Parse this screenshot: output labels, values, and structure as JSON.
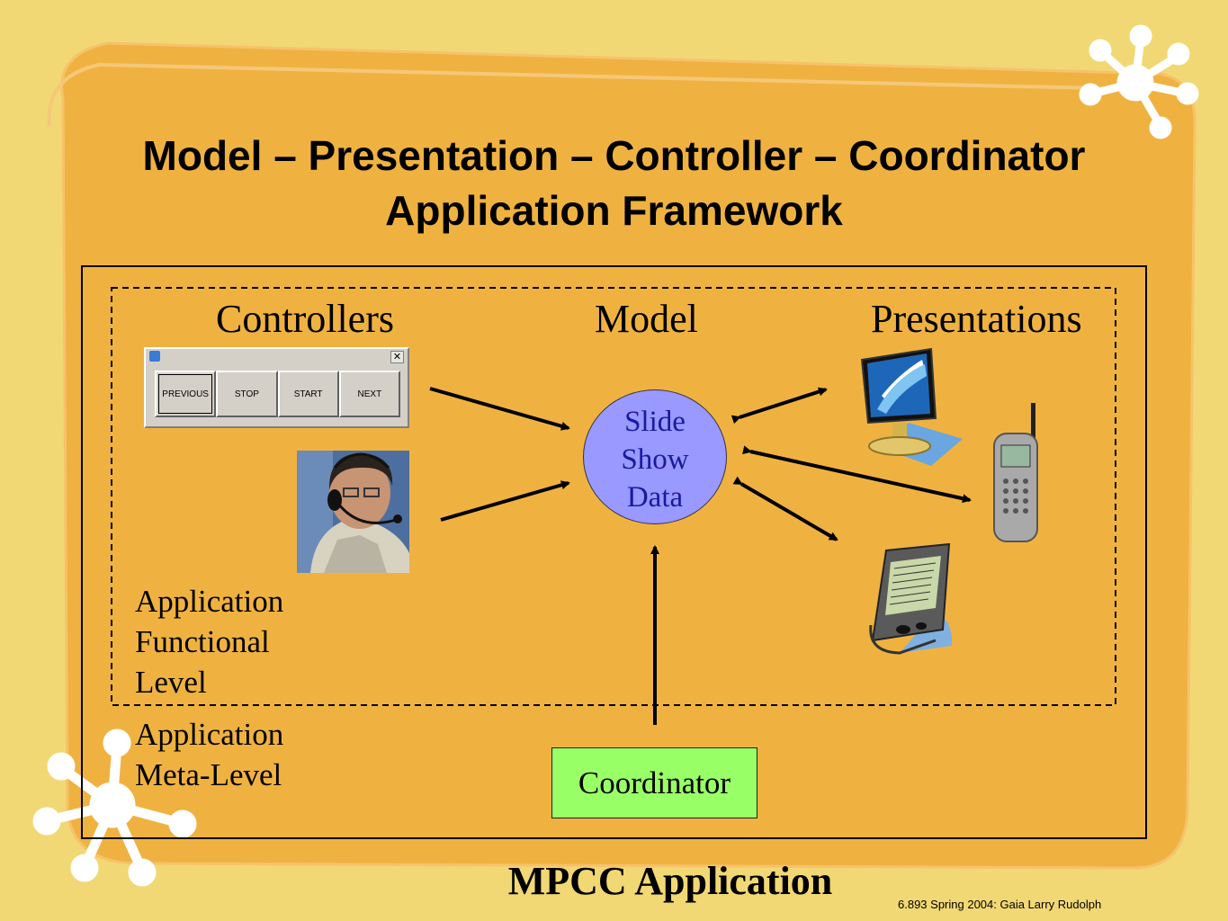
{
  "slide": {
    "title_line1": "Model – Presentation – Controller – Coordinator",
    "title_line2": "Application Framework",
    "bottom_title": "MPCC Application",
    "footer": "6.893 Spring 2004: Gaia  Larry Rudolph"
  },
  "columns": {
    "controllers": "Controllers",
    "model": "Model",
    "presentations": "Presentations"
  },
  "controller_dialog": {
    "buttons": [
      "PREVIOUS",
      "STOP",
      "START",
      "NEXT"
    ],
    "close_glyph": "✕"
  },
  "model_node": {
    "line1": "Slide",
    "line2": "Show",
    "line3": "Data",
    "fill": "#9999ff"
  },
  "levels": {
    "functional": [
      "Application",
      "Functional",
      "Level"
    ],
    "meta": [
      "Application",
      "Meta-Level"
    ]
  },
  "coordinator": {
    "label": "Coordinator",
    "fill": "#99ff66"
  },
  "icons": [
    "headset-user-photo",
    "monitor-icon",
    "mobile-phone-icon",
    "pda-icon",
    "asterisk-decor-icon"
  ],
  "colors": {
    "page_background": "#f1d874",
    "panel_orange": "#efb241",
    "node_text": "#1a1aa0"
  }
}
